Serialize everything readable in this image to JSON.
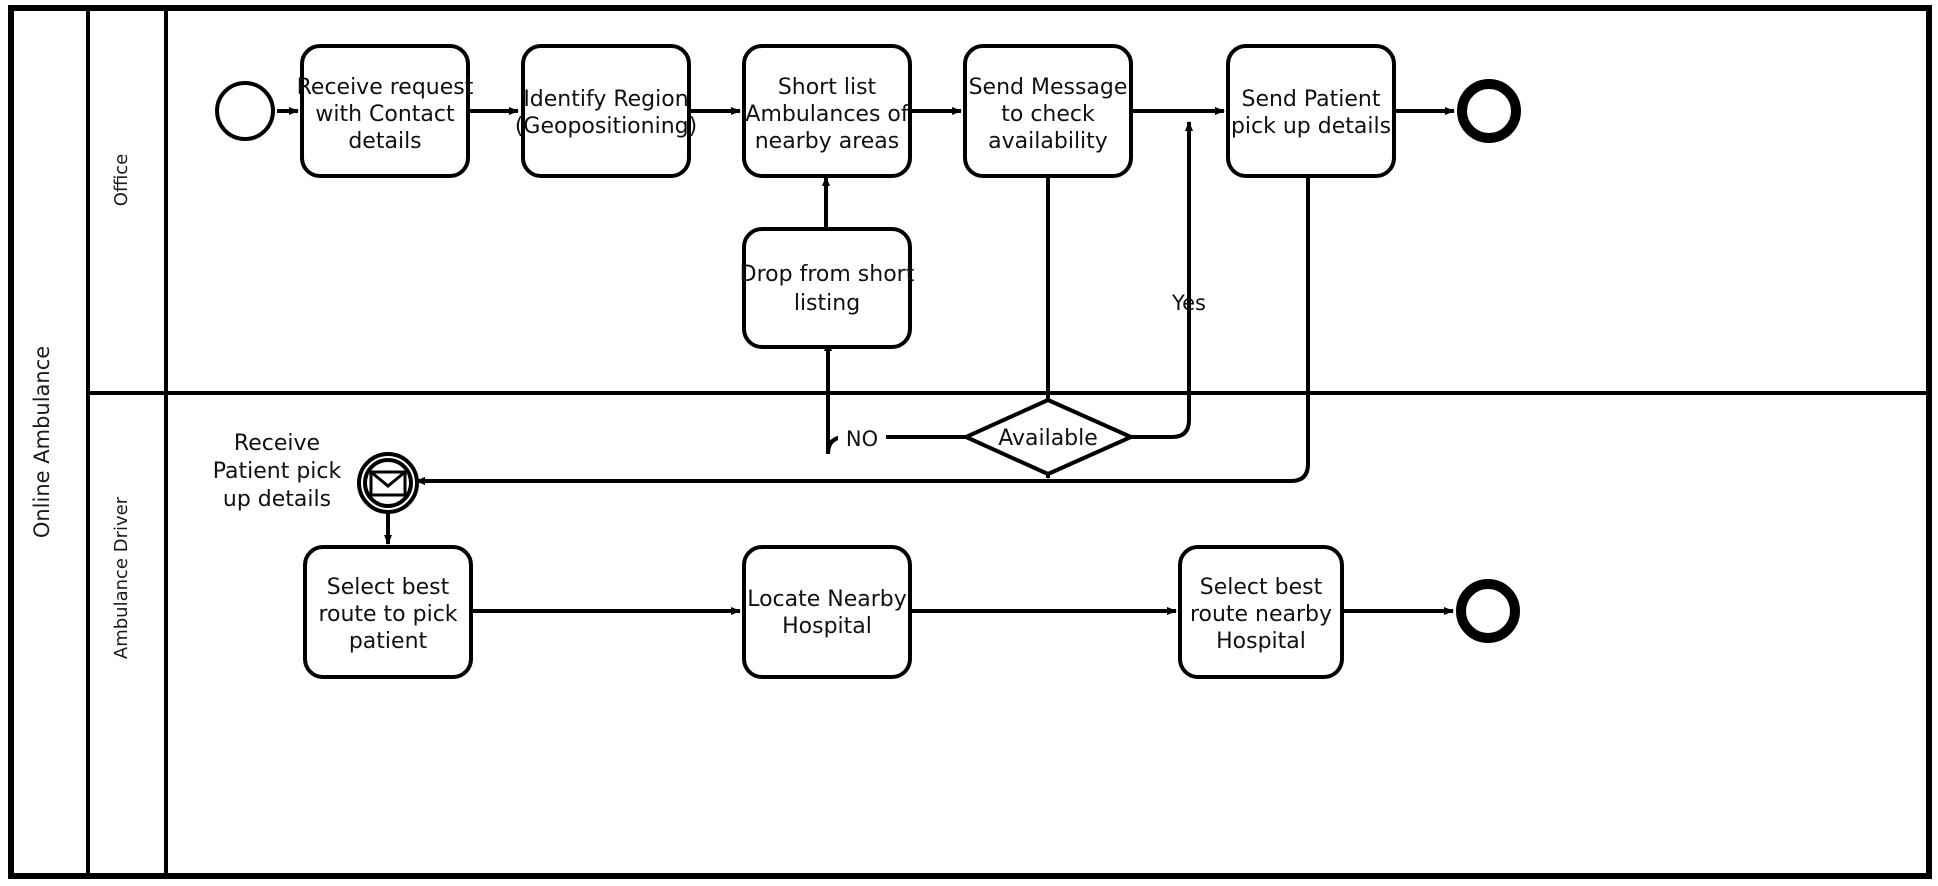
{
  "diagram": {
    "type": "bpmn-collaboration-diagram",
    "pool": {
      "name": "Online Ambulance",
      "lanes": [
        {
          "id": "office",
          "name": "Office"
        },
        {
          "id": "ambulance-driver",
          "name": "Ambulance Driver"
        }
      ]
    },
    "events": [
      {
        "id": "start-office",
        "kind": "start-event",
        "label": "",
        "lane": "office"
      },
      {
        "id": "end-office",
        "kind": "end-event",
        "label": "",
        "lane": "office"
      },
      {
        "id": "msg-receive",
        "kind": "message-start-event",
        "label": "Receive Patient pick up details",
        "lane": "ambulance-driver"
      },
      {
        "id": "end-driver",
        "kind": "end-event",
        "label": "",
        "lane": "ambulance-driver"
      }
    ],
    "tasks": [
      {
        "id": "t1",
        "lane": "office",
        "label": "Receive request with Contact details",
        "lines": [
          "Receive request",
          "with Contact",
          "details"
        ]
      },
      {
        "id": "t2",
        "lane": "office",
        "label": "Identify Region (Geopositioning)",
        "lines": [
          "Identify Region",
          "(Geopositioning)"
        ]
      },
      {
        "id": "t3",
        "lane": "office",
        "label": "Short list Ambulances of nearby areas",
        "lines": [
          "Short list",
          "Ambulances of",
          "nearby areas"
        ]
      },
      {
        "id": "t4",
        "lane": "office",
        "label": "Send Message to check availability",
        "lines": [
          "Send Message",
          "to check",
          "availability"
        ]
      },
      {
        "id": "t5",
        "lane": "office",
        "label": "Send Patient pick up details",
        "lines": [
          "Send Patient",
          "pick up details"
        ]
      },
      {
        "id": "t6",
        "lane": "office",
        "label": "Drop from short listing",
        "lines": [
          "Drop from short",
          "listing"
        ]
      },
      {
        "id": "t7",
        "lane": "ambulance-driver",
        "label": "Select best route to pick patient",
        "lines": [
          "Select best",
          "route to pick",
          "patient"
        ]
      },
      {
        "id": "t8",
        "lane": "ambulance-driver",
        "label": "Locate Nearby Hospital",
        "lines": [
          "Locate Nearby",
          "Hospital"
        ]
      },
      {
        "id": "t9",
        "lane": "ambulance-driver",
        "label": "Select best route nearby Hospital",
        "lines": [
          "Select best",
          "route nearby",
          "Hospital"
        ]
      }
    ],
    "gateways": [
      {
        "id": "g1",
        "kind": "exclusive-gateway",
        "label": "Available",
        "lane": "ambulance-driver"
      }
    ],
    "flow_labels": {
      "no": "NO",
      "yes": "Yes"
    },
    "receive_event_label_lines": [
      "Receive",
      "Patient pick",
      "up details"
    ],
    "colors": {
      "stroke": "#000000",
      "fill": "#ffffff",
      "text": "#111111",
      "background": "#ffffff"
    }
  }
}
